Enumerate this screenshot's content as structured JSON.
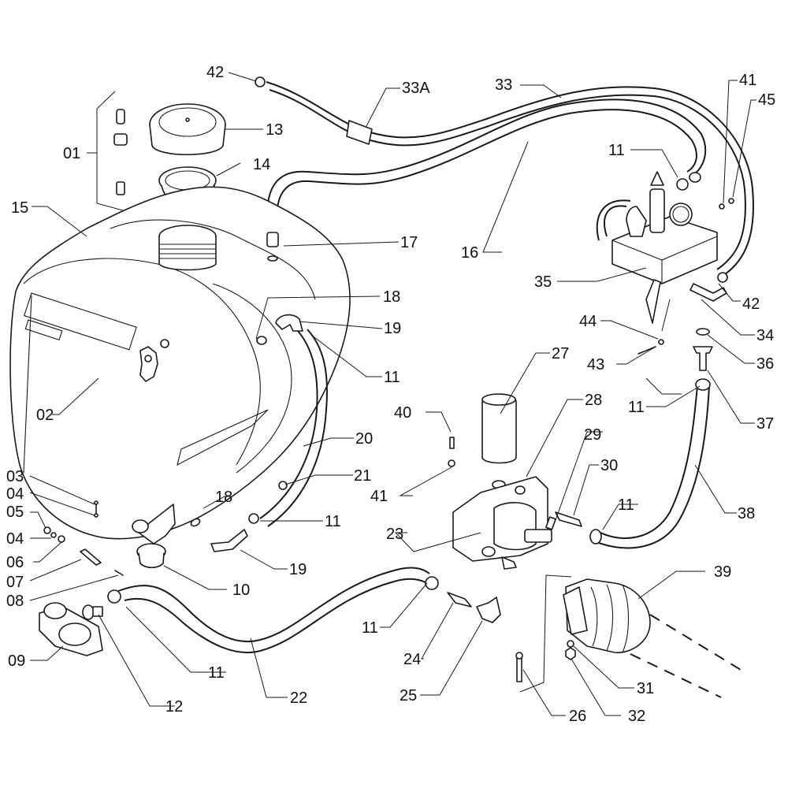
{
  "diagram": {
    "type": "exploded-parts-diagram",
    "subject": "Sprayer tank, pump and hose assembly",
    "callouts": [
      {
        "id": "c42a",
        "text": "42"
      },
      {
        "id": "c33a",
        "text": "33A"
      },
      {
        "id": "c33",
        "text": "33"
      },
      {
        "id": "c41a",
        "text": "41"
      },
      {
        "id": "c45",
        "text": "45"
      },
      {
        "id": "c01",
        "text": "01"
      },
      {
        "id": "c13",
        "text": "13"
      },
      {
        "id": "c14",
        "text": "14"
      },
      {
        "id": "c15",
        "text": "15"
      },
      {
        "id": "c11a",
        "text": "11"
      },
      {
        "id": "c17",
        "text": "17"
      },
      {
        "id": "c16",
        "text": "16"
      },
      {
        "id": "c35",
        "text": "35"
      },
      {
        "id": "c42b",
        "text": "42"
      },
      {
        "id": "c18a",
        "text": "18"
      },
      {
        "id": "c19a",
        "text": "19"
      },
      {
        "id": "c44",
        "text": "44"
      },
      {
        "id": "c34",
        "text": "34"
      },
      {
        "id": "c11b",
        "text": "11"
      },
      {
        "id": "c43",
        "text": "43"
      },
      {
        "id": "c36",
        "text": "36"
      },
      {
        "id": "c02",
        "text": "02"
      },
      {
        "id": "c27",
        "text": "27"
      },
      {
        "id": "c11c",
        "text": "11"
      },
      {
        "id": "c37",
        "text": "37"
      },
      {
        "id": "c40",
        "text": "40"
      },
      {
        "id": "c28",
        "text": "28"
      },
      {
        "id": "c20",
        "text": "20"
      },
      {
        "id": "c29",
        "text": "29"
      },
      {
        "id": "c30",
        "text": "30"
      },
      {
        "id": "c21",
        "text": "21"
      },
      {
        "id": "c41b",
        "text": "41"
      },
      {
        "id": "c03",
        "text": "03"
      },
      {
        "id": "c38",
        "text": "38"
      },
      {
        "id": "c04a",
        "text": "04"
      },
      {
        "id": "c18b",
        "text": "18"
      },
      {
        "id": "c11d",
        "text": "11"
      },
      {
        "id": "c11e",
        "text": "11"
      },
      {
        "id": "c05",
        "text": "05"
      },
      {
        "id": "c04b",
        "text": "04"
      },
      {
        "id": "c23",
        "text": "23"
      },
      {
        "id": "c06",
        "text": "06"
      },
      {
        "id": "c19b",
        "text": "19"
      },
      {
        "id": "c07",
        "text": "07"
      },
      {
        "id": "c10",
        "text": "10"
      },
      {
        "id": "c39",
        "text": "39"
      },
      {
        "id": "c08",
        "text": "08"
      },
      {
        "id": "c11f",
        "text": "11"
      },
      {
        "id": "c24",
        "text": "24"
      },
      {
        "id": "c09",
        "text": "09"
      },
      {
        "id": "c11g",
        "text": "11"
      },
      {
        "id": "c31",
        "text": "31"
      },
      {
        "id": "c25",
        "text": "25"
      },
      {
        "id": "c22",
        "text": "22"
      },
      {
        "id": "c12",
        "text": "12"
      },
      {
        "id": "c32",
        "text": "32"
      },
      {
        "id": "c26",
        "text": "26"
      }
    ],
    "colors": {
      "line": "#1a1a1a",
      "background": "#ffffff",
      "text": "#111111"
    }
  }
}
